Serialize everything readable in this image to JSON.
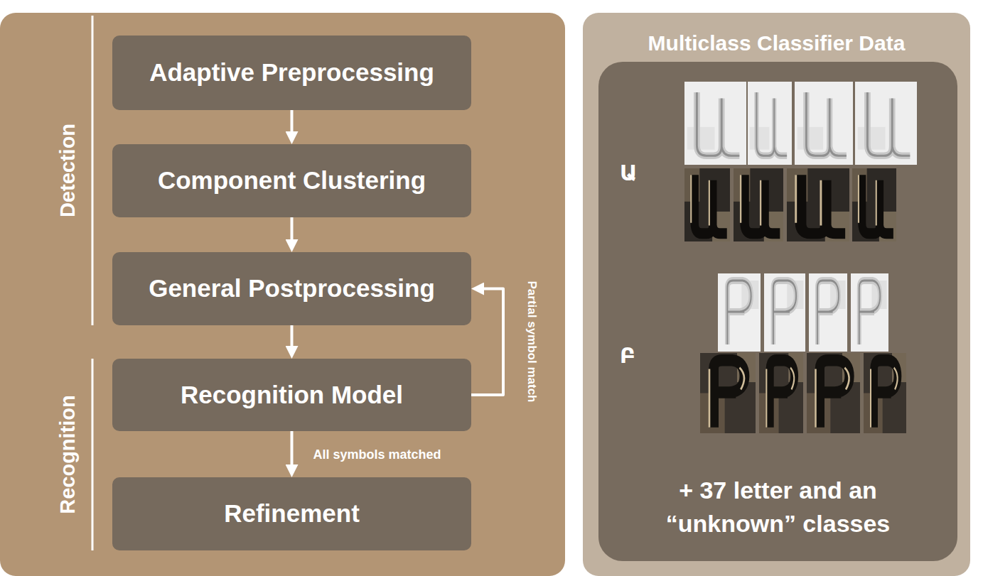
{
  "diagram": {
    "nodes": [
      {
        "text": [
          "Adaptive Preprocessing"
        ]
      },
      {
        "text": [
          "Component Clustering"
        ]
      },
      {
        "text": [
          "General Postprocessing"
        ]
      },
      {
        "text": [
          "Recognition Model"
        ]
      },
      {
        "text": [
          "Refinement"
        ]
      },
      {
        "text": [
          "Multiclass Classifier Data"
        ]
      },
      {
        "text": [
          "Ա",
          "Բ",
          "+ 37 letter and an “unknown” classes"
        ],
        "in": 5
      }
    ],
    "edges": [
      {
        "from": 0,
        "to": 1,
        "arrow": "to"
      },
      {
        "from": 1,
        "to": 2,
        "arrow": "to"
      },
      {
        "from": 2,
        "to": 3,
        "arrow": "to"
      },
      {
        "from": 3,
        "to": 4,
        "label": "All symbols matched",
        "arrow": "to"
      },
      {
        "from": 3,
        "to": 2,
        "label": "Partial symbol match",
        "arrow": "to"
      }
    ],
    "labels": [
      "Detection",
      "Recognition"
    ]
  }
}
